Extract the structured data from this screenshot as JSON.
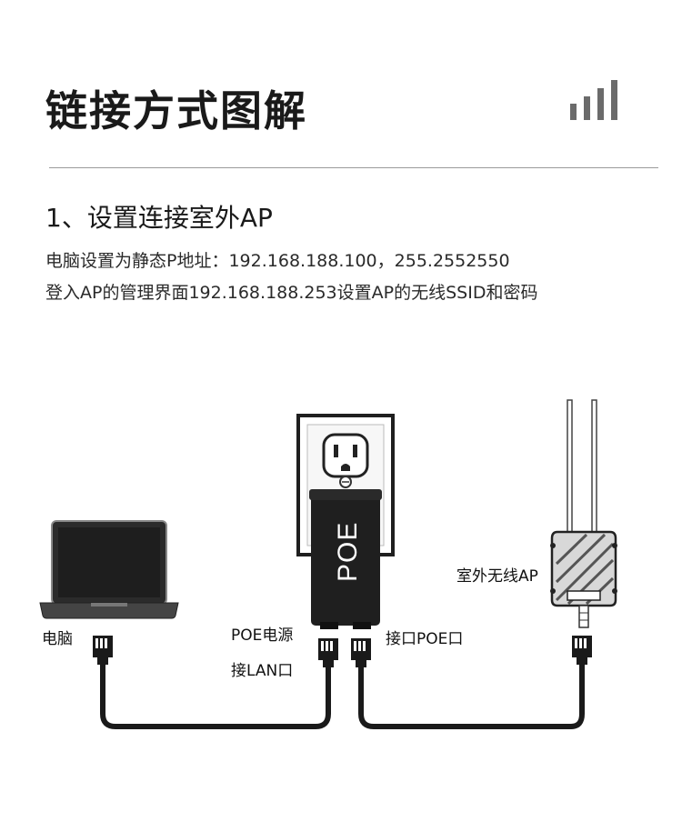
{
  "header": {
    "title": "链接方式图解"
  },
  "section": {
    "title": "1、设置连接室外AP",
    "line1": "电脑设置为静态P地址：192.168.188.100，255.2552550",
    "line2": "登入AP的管理界面192.168.188.253设置AP的无线SSID和密码"
  },
  "diagram": {
    "poe_text": "POE",
    "labels": {
      "computer": "电脑",
      "poe_power": "POE电源",
      "lan_port": "接LAN口",
      "poe_port": "接口POE口",
      "outdoor_ap": "室外无线AP"
    }
  },
  "colors": {
    "text": "#1a1a1a",
    "device_dark": "#1f1f1f",
    "divider": "#9a9a9a",
    "signal_bars": "#6b6b6b"
  },
  "icons": [
    "signal-bars-icon",
    "laptop-icon",
    "wall-outlet-icon",
    "poe-injector-icon",
    "outdoor-ap-icon",
    "rj45-plug-icon"
  ]
}
